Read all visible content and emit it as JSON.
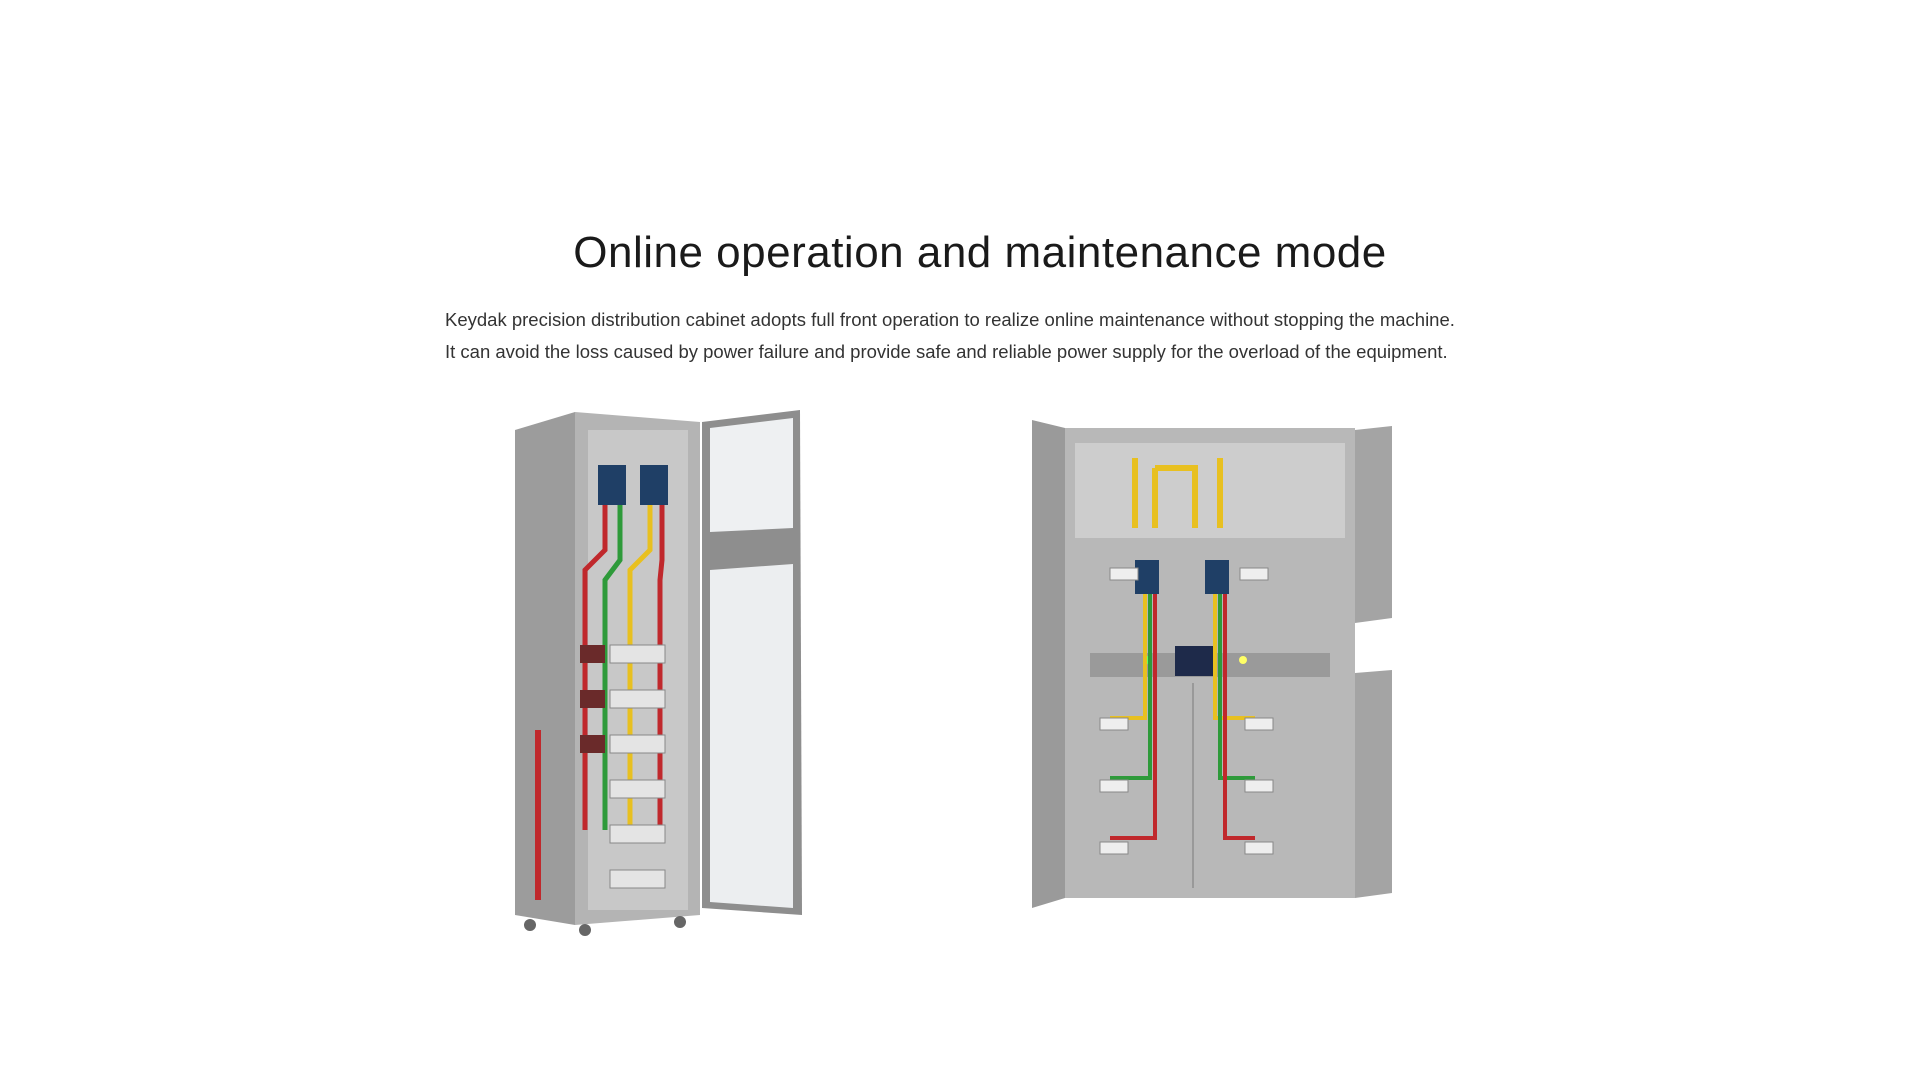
{
  "section": {
    "title": "Online operation and maintenance mode",
    "description_lines": [
      "Keydak precision distribution cabinet adopts full front operation to realize online maintenance without stopping the machine.",
      "It can avoid the loss caused by power failure and provide safe and reliable power supply for the overload of the equipment."
    ]
  },
  "images": [
    {
      "icon": "single-door-distribution-cabinet-open"
    },
    {
      "icon": "double-door-distribution-cabinet-open"
    }
  ],
  "colors": {
    "cabinet": "#a8a8a8",
    "busbar_yellow": "#e8c020",
    "wire_red": "#c0282c",
    "wire_green": "#2e9a3a",
    "breaker": "#1f3f66"
  }
}
